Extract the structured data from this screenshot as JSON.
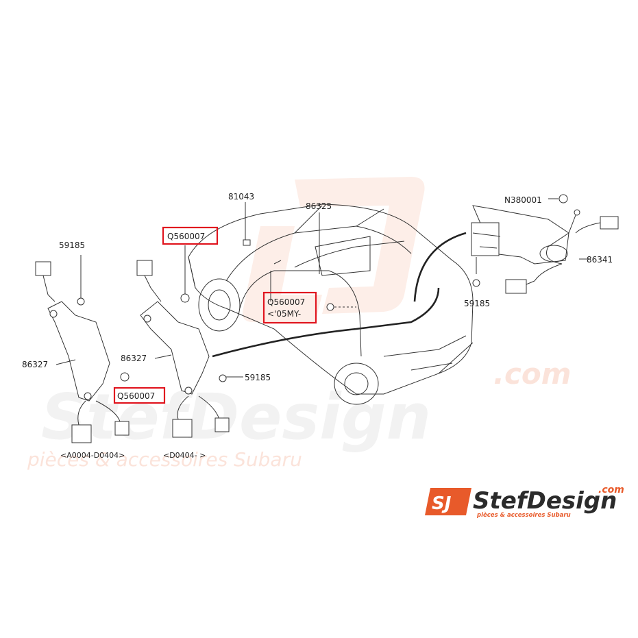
{
  "watermark": {
    "brand": "StefDesign",
    "dotcom": ".com",
    "tagline": "pièces & accessoires Subaru"
  },
  "labels": {
    "n81043": "81043",
    "n86325": "86325",
    "n380001": "N380001",
    "n86341": "86341",
    "n59185_left": "59185",
    "n59185_mid": "59185",
    "n59185_right": "59185",
    "n86327_left": "86327",
    "n86327_mid": "86327",
    "q1": "Q560007",
    "q2": "Q560007",
    "q3": "Q560007",
    "q3_sub": "<'05MY-",
    "range_left": "<A0004-D0404>",
    "range_mid": "<D0404-    >"
  },
  "logo": {
    "mark": "SJ",
    "name": "StefDesign",
    "dotcom": ".com",
    "tagline": "pièces & accessoires Subaru"
  },
  "colors": {
    "highlight": "#e0141e",
    "brand_orange": "#e85a2a",
    "watermark_orange": "#fbe3da",
    "line": "#333333"
  }
}
